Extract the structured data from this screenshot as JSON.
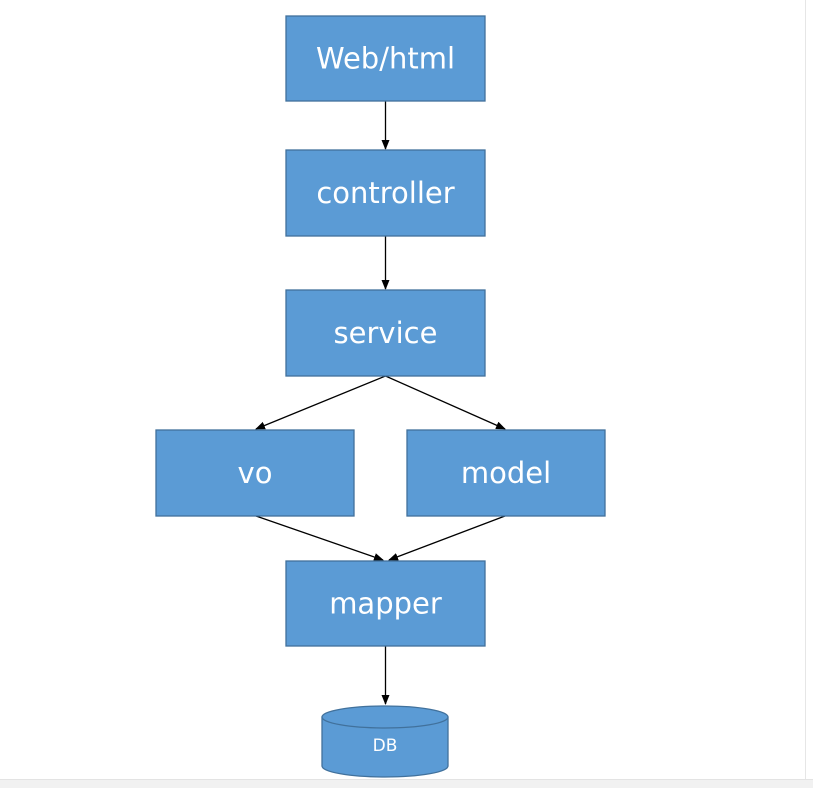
{
  "diagram": {
    "nodes": {
      "web": "Web/html",
      "controller": "controller",
      "service": "service",
      "vo": "vo",
      "model": "model",
      "mapper": "mapper",
      "db": "DB"
    },
    "edges": [
      {
        "from": "web",
        "to": "controller"
      },
      {
        "from": "controller",
        "to": "service"
      },
      {
        "from": "service",
        "to": "vo"
      },
      {
        "from": "service",
        "to": "model"
      },
      {
        "from": "vo",
        "to": "mapper"
      },
      {
        "from": "model",
        "to": "mapper"
      },
      {
        "from": "mapper",
        "to": "db"
      }
    ],
    "colors": {
      "box_fill": "#5b9bd5",
      "box_stroke": "#41719c",
      "arrow": "#000000",
      "text": "#ffffff"
    }
  }
}
